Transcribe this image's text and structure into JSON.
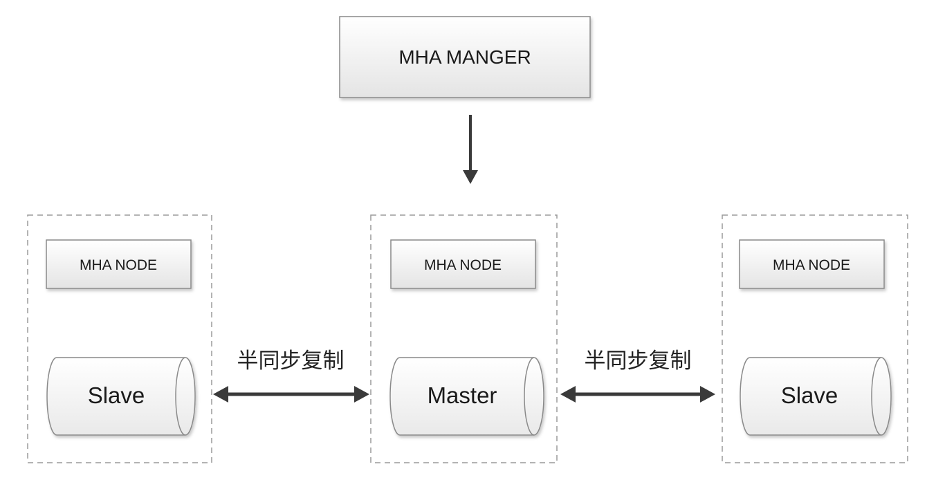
{
  "manager": {
    "label": "MHA MANGER"
  },
  "nodes": [
    {
      "node_label": "MHA NODE",
      "db_label": "Slave"
    },
    {
      "node_label": "MHA NODE",
      "db_label": "Master"
    },
    {
      "node_label": "MHA NODE",
      "db_label": "Slave"
    }
  ],
  "links": [
    {
      "label": "半同步复制"
    },
    {
      "label": "半同步复制"
    }
  ]
}
